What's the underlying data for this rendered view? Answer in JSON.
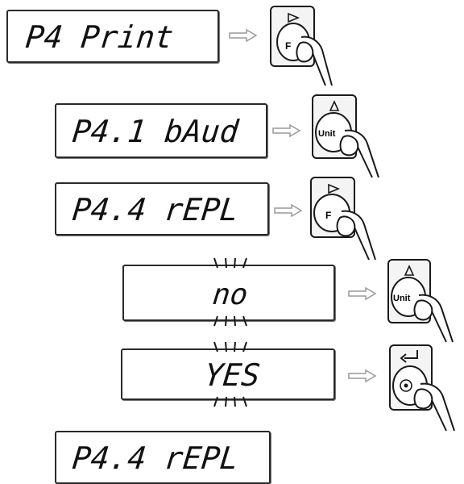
{
  "steps": [
    {
      "display": "P4 Print",
      "button": {
        "label": "F",
        "glyph": "right-triangle"
      }
    },
    {
      "display": "P4.1 bAud",
      "button": {
        "label": "Unit",
        "glyph": "up-triangle"
      }
    },
    {
      "display": "P4.4 rEPL",
      "button": {
        "label": "F",
        "glyph": "right-triangle"
      }
    },
    {
      "display": "no",
      "blinking": true,
      "button": {
        "label": "Unit",
        "glyph": "up-triangle"
      }
    },
    {
      "display": "YES",
      "blinking": true,
      "button": {
        "label": "",
        "glyph": "enter-arrow"
      }
    },
    {
      "display": "P4.4 rEPL"
    }
  ],
  "colors": {
    "stroke": "#1a1a1a",
    "arrow": "#9a9a9a",
    "button_face": "#f4f4f4"
  }
}
